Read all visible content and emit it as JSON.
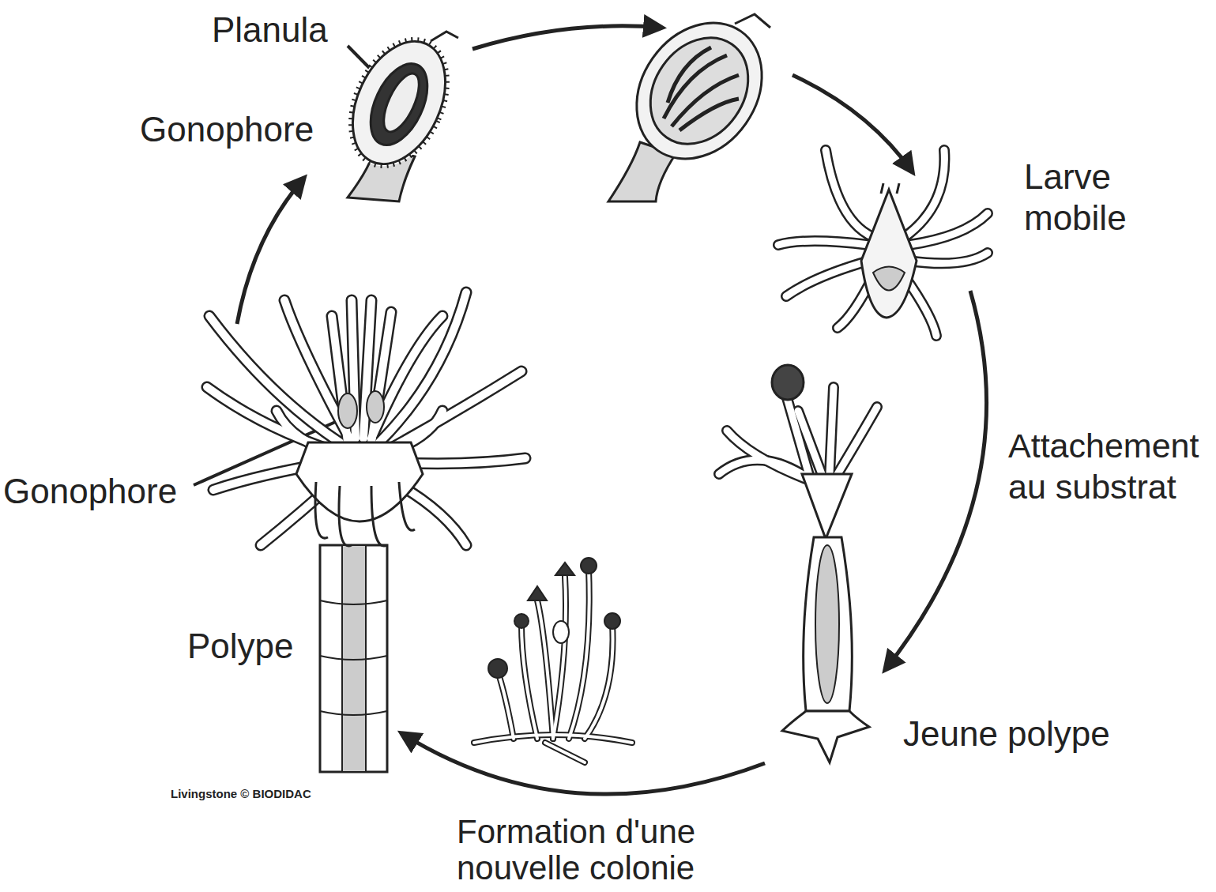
{
  "diagram": {
    "labels": [
      "Planula",
      "Gonophore",
      "Larve mobile",
      "Attachement au substrat",
      "Jeune polype",
      "Formation d'une nouvelle colonie",
      "Gonophore",
      "Polype",
      "Livingstone © BIODIDAC"
    ]
  }
}
